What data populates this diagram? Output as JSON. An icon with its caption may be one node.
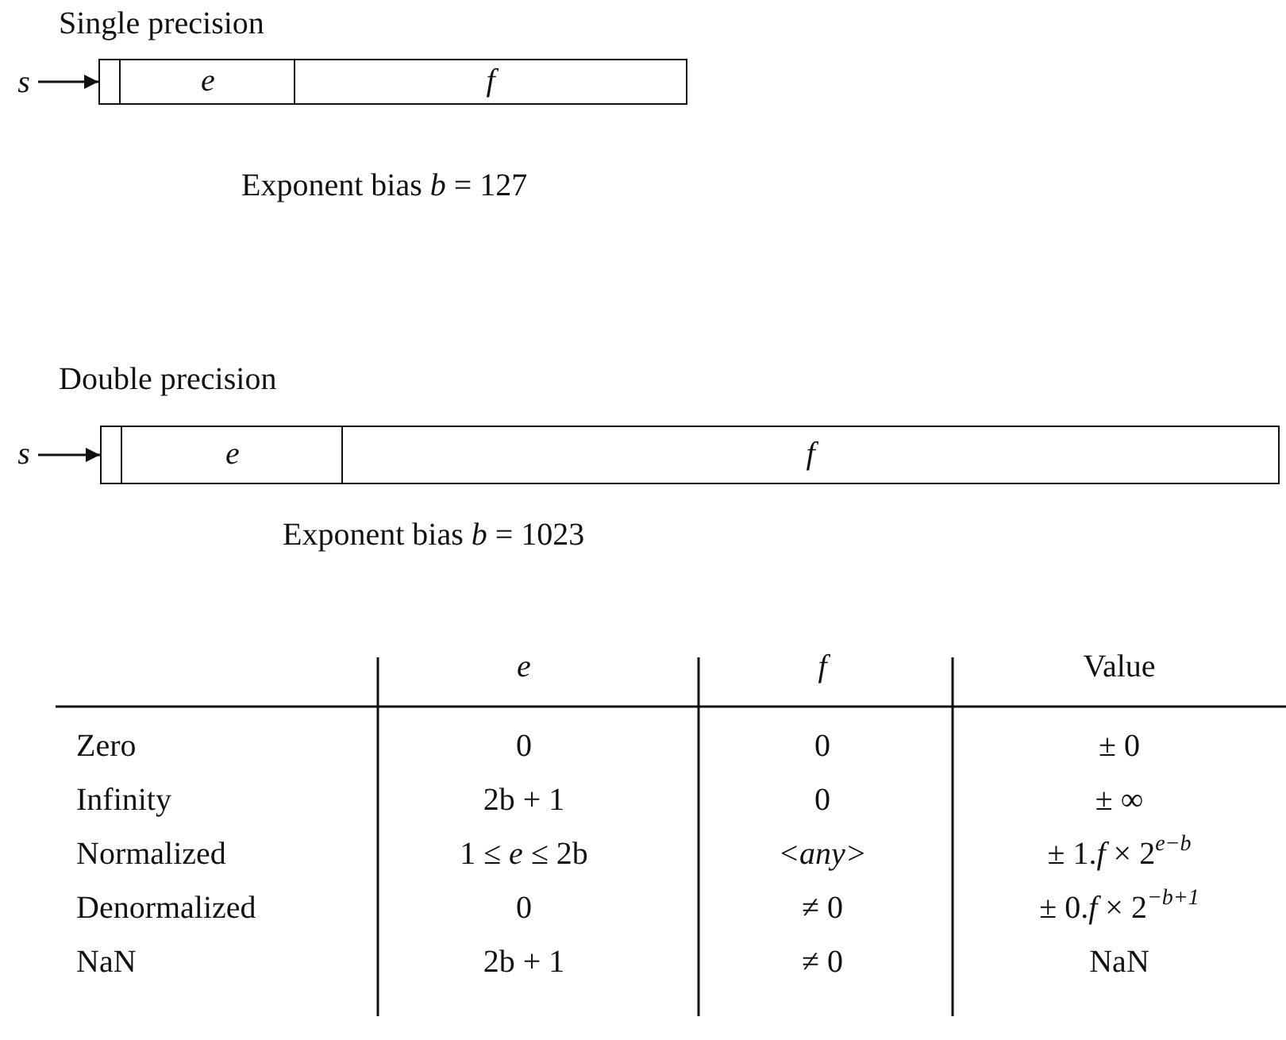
{
  "diagram": {
    "nodes": [
      {
        "text": [
          "s"
        ]
      },
      {
        "text": [],
        "shape": "box"
      },
      {
        "text": [
          "e"
        ]
      },
      {
        "text": [
          "f"
        ]
      },
      {
        "text": [
          "s"
        ]
      },
      {
        "text": [],
        "shape": "box"
      },
      {
        "text": [
          "e"
        ]
      },
      {
        "text": [
          "f"
        ]
      }
    ],
    "edges": [
      {
        "from": 0,
        "to": 1,
        "arrow": "to"
      },
      {
        "from": 4,
        "to": 5,
        "arrow": "to"
      }
    ],
    "labels": [
      "Single precision",
      "Exponent bias *b* = 127",
      "Double precision",
      "Exponent bias *b* = 1023",
      "e",
      "f",
      "Value",
      "Zero",
      "0",
      "0",
      "± 0",
      "Infinity",
      "2b + 1",
      "0",
      "± ∞",
      "Normalized",
      "1 ≤ *e* ≤ 2b",
      "<any>",
      "± 1.*f* × 2$^{e−b}$",
      "Denormalized",
      "0",
      "≠ 0",
      "± 0.*f* × 2$^{−b+1}$",
      "NaN",
      "2b + 1",
      "≠ 0",
      "NaN"
    ]
  }
}
